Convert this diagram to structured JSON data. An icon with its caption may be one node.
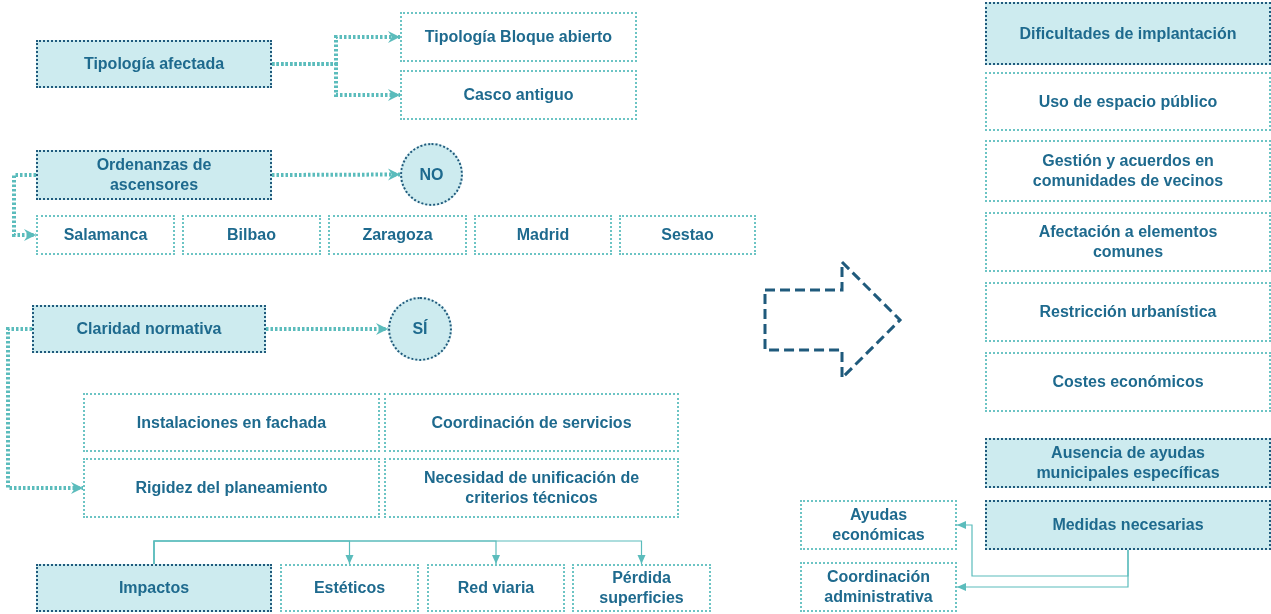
{
  "diagram": {
    "nodes": [
      {
        "text": [
          "Tipología afectada"
        ]
      },
      {
        "text": [
          "Tipología Bloque abierto"
        ]
      },
      {
        "text": [
          "Casco antiguo"
        ]
      },
      {
        "text": [
          "Ordenanzas de ascensores"
        ]
      },
      {
        "text": [
          "NO"
        ]
      },
      {
        "text": [
          "Salamanca"
        ]
      },
      {
        "text": [
          "Bilbao"
        ]
      },
      {
        "text": [
          "Zaragoza"
        ]
      },
      {
        "text": [
          "Madrid"
        ]
      },
      {
        "text": [
          "Sestao"
        ]
      },
      {
        "text": [
          "Claridad normativa"
        ]
      },
      {
        "text": [
          "SÍ"
        ]
      },
      {
        "text": [
          "Instalaciones en fachada"
        ]
      },
      {
        "text": [
          "Coordinación de servicios"
        ]
      },
      {
        "text": [
          "Rigidez del planeamiento"
        ]
      },
      {
        "text": [
          "Necesidad de unificación de criterios técnicos"
        ]
      },
      {
        "text": [
          "Impactos"
        ]
      },
      {
        "text": [
          "Estéticos"
        ]
      },
      {
        "text": [
          "Red viaria"
        ]
      },
      {
        "text": [
          "Pérdida superficies"
        ]
      },
      {
        "text": [
          "Dificultades de implantación"
        ]
      },
      {
        "text": [
          "Uso de espacio público"
        ]
      },
      {
        "text": [
          "Gestión y acuerdos en comunidades de vecinos"
        ]
      },
      {
        "text": [
          "Afectación a elementos comunes"
        ]
      },
      {
        "text": [
          "Restricción urbanística"
        ]
      },
      {
        "text": [
          "Costes económicos"
        ]
      },
      {
        "text": [
          "Ausencia de ayudas municipales específicas"
        ]
      },
      {
        "text": [
          "Medidas necesarias"
        ]
      },
      {
        "text": [
          "Ayudas económicas"
        ]
      },
      {
        "text": [
          "Coordinación administrativa"
        ]
      }
    ],
    "edges": [
      {
        "from": 0,
        "to": 1,
        "arrow": "to",
        "style": "dashed"
      },
      {
        "from": 0,
        "to": 2,
        "arrow": "to",
        "style": "dashed"
      },
      {
        "from": 3,
        "to": 4,
        "arrow": "to",
        "style": "dashed"
      },
      {
        "from": 3,
        "to": 5,
        "arrow": "to",
        "style": "dashed"
      },
      {
        "from": 10,
        "to": 11,
        "arrow": "to",
        "style": "dashed"
      },
      {
        "from": 10,
        "to": 14,
        "arrow": "to",
        "style": "dashed"
      },
      {
        "from": 16,
        "to": 17,
        "arrow": "to"
      },
      {
        "from": 16,
        "to": 18,
        "arrow": "to"
      },
      {
        "from": 16,
        "to": 19,
        "arrow": "to"
      },
      {
        "from": 27,
        "to": 28,
        "arrow": "to"
      },
      {
        "from": 27,
        "to": 29,
        "arrow": "to"
      }
    ]
  }
}
